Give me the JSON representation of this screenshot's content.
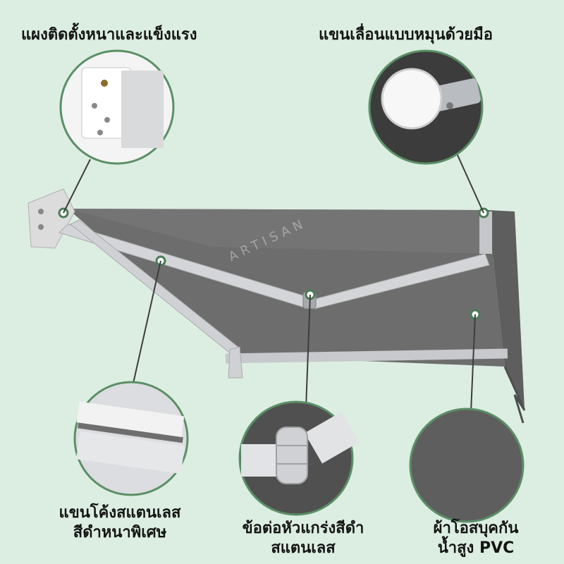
{
  "watermark": "ARTISAN",
  "features": {
    "top_left": "แผงติดตั้งหนาและแข็งแรง",
    "top_right": "แขนเลื่อนแบบหมุนด้วยมือ",
    "bottom_left_line1": "แขนโค้งสแตนเลส",
    "bottom_left_line2": "สีดำหนาพิเศษ",
    "bottom_center_line1": "ข้อต่อหัวแกร่งสีดำ",
    "bottom_center_line2": "สแตนเลส",
    "bottom_right_line1": "ผ้าโอสบุคกัน",
    "bottom_right_line2": "น้ำสูง PVC"
  },
  "colors": {
    "background": "#dceee1",
    "fabric": "#6e6e6e",
    "frame": "#c9ccd0",
    "callout_ring": "#5b8f66"
  }
}
